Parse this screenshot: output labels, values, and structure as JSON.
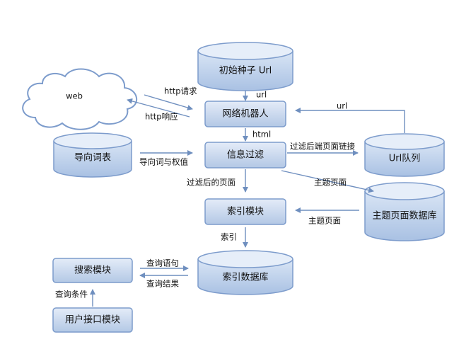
{
  "nodes": {
    "seed_url": "初始种子 Url",
    "web": "web",
    "crawler": "网络机器人",
    "guide_words": "导向词表",
    "info_filter": "信息过滤",
    "url_queue": "Url队列",
    "index_module": "索引模块",
    "topic_db": "主题页面数据库",
    "search_module": "搜索模块",
    "index_db": "索引数据库",
    "user_interface": "用户接口模块"
  },
  "edges": {
    "seed_to_crawler": "url",
    "http_request": "http请求",
    "http_response": "http响应",
    "queue_to_crawler": "url",
    "crawler_to_filter": "html",
    "words_to_filter": "导向词与权值",
    "filtered_links": "过滤后端页面链接",
    "topic_page_to_db": "主题页面",
    "filtered_page": "过滤后的页面",
    "topic_page_to_index": "主题页面",
    "index_label": "索引",
    "query_sentence": "查询语句",
    "query_result": "查询结果",
    "query_condition": "查询条件"
  },
  "colors": {
    "box_fill_top": "#dfe9f6",
    "box_fill_bottom": "#b7cbe6",
    "box_stroke": "#7d9ccc",
    "arrow": "#6f8fbf"
  }
}
